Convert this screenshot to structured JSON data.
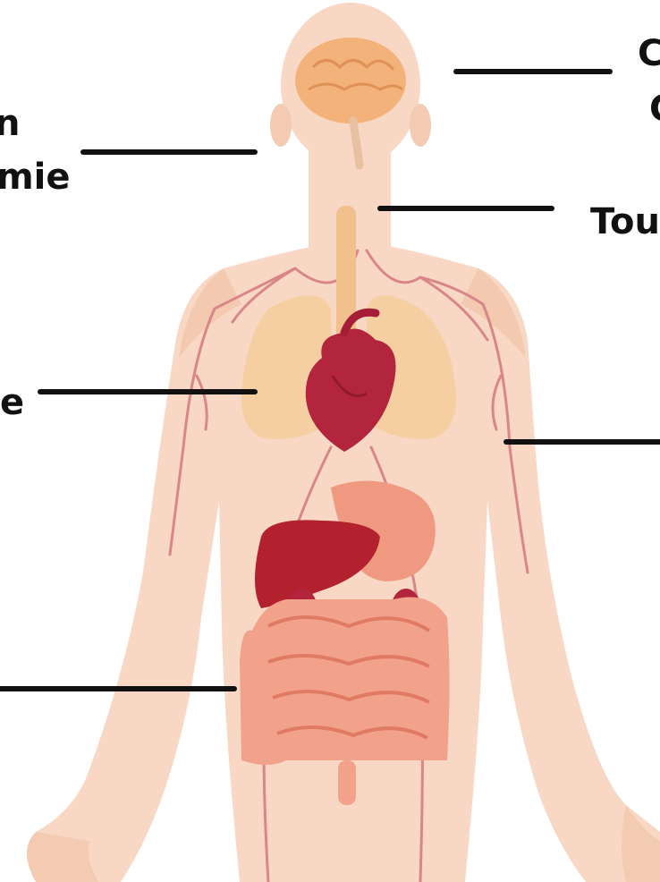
{
  "labels": {
    "top_right_1": "C",
    "top_right_2": "C",
    "upper_left_1": "n",
    "upper_left_2": "mie",
    "mid_right": "Tou",
    "mid_left": "e"
  },
  "colors": {
    "skin": "#f8d8c4",
    "skin_edge": "#f1c3a8",
    "brain": "#f2b27a",
    "lungs": "#f5cfa2",
    "heart": "#b3243d",
    "liver": "#b3202e",
    "intestine": "#ec8a74",
    "vessel": "#d9868a",
    "line": "#111111"
  }
}
